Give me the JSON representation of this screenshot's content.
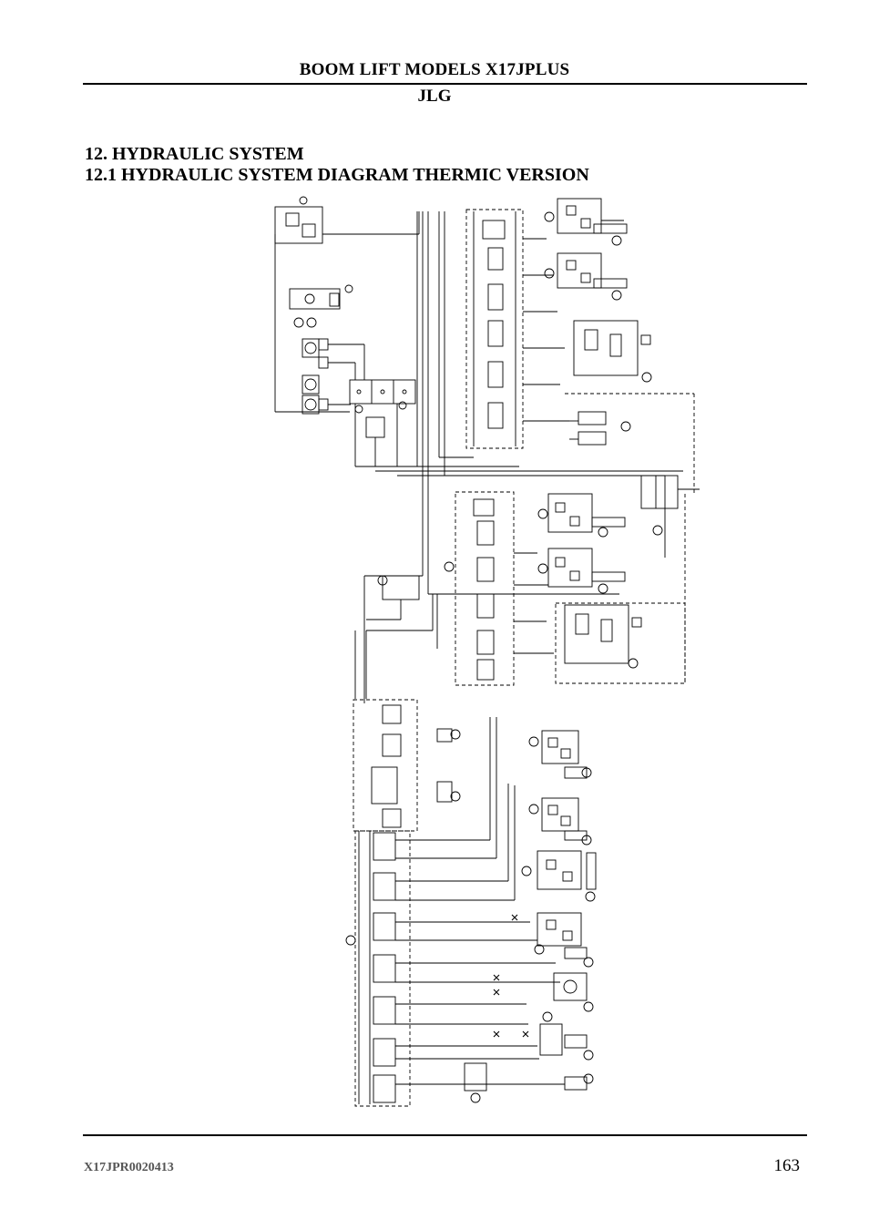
{
  "header": {
    "title": "BOOM LIFT MODELS X17JPLUS",
    "brand": "JLG"
  },
  "section": {
    "heading": "12. HYDRAULIC SYSTEM",
    "subheading": "12.1 HYDRAULIC SYSTEM DIAGRAM THERMIC VERSION"
  },
  "footer": {
    "doc_code": "X17JPR0020413",
    "page_number": "163"
  }
}
